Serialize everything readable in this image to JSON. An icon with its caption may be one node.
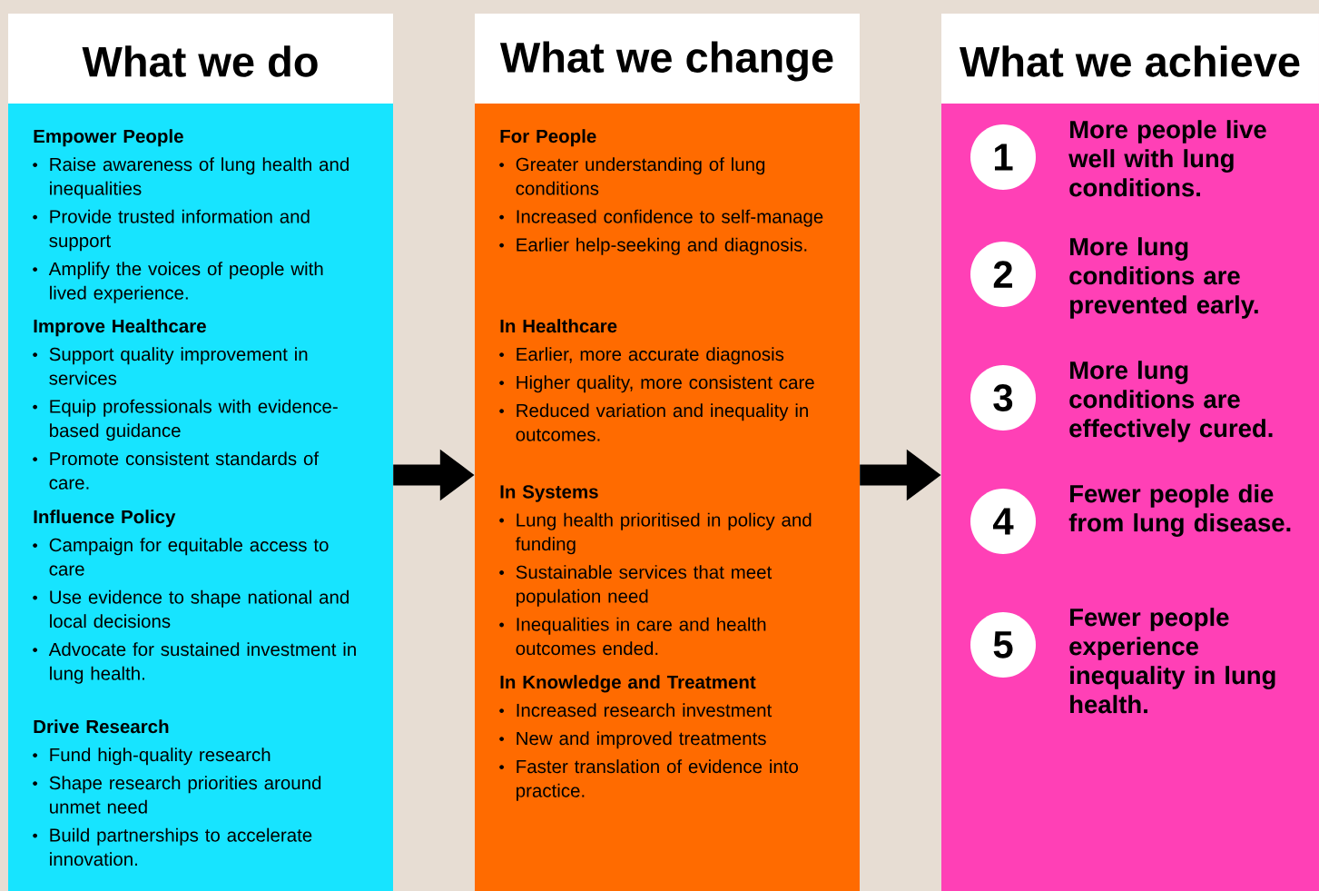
{
  "diagram": {
    "nodes": [
      {
        "text": [
          "What we do"
        ]
      },
      {
        "text": [
          "Empower People",
          "Raise awareness of lung health and inequalities",
          "Provide trusted information and support",
          "Amplify the voices of people with lived experience."
        ],
        "in": 0
      },
      {
        "text": [
          "Improve Healthcare",
          "Support quality improvement in services",
          "Equip professionals with evidence-based guidance",
          "Promote consistent standards of care."
        ],
        "in": 0
      },
      {
        "text": [
          "Influence Policy",
          "Campaign for equitable access to care",
          "Use evidence to shape national and local decisions",
          "Advocate for sustained investment in lung health."
        ],
        "in": 0
      },
      {
        "text": [
          "Drive Research",
          "Fund high-quality research",
          "Shape research priorities around unmet need",
          "Build partnerships to accelerate innovation."
        ],
        "in": 0
      },
      {
        "text": [
          "What we change"
        ]
      },
      {
        "text": [
          "For People",
          "Greater understanding of lung conditions",
          "Increased confidence to self-manage",
          "Earlier help-seeking and diagnosis."
        ],
        "in": 5
      },
      {
        "text": [
          "In Healthcare",
          "Earlier, more accurate diagnosis",
          "Higher quality, more consistent care",
          "Reduced variation and inequality in outcomes."
        ],
        "in": 5
      },
      {
        "text": [
          "In Systems",
          "Lung health prioritised in policy and funding",
          "Sustainable services that meet population need",
          "Inequalities in care and health outcomes ended."
        ],
        "in": 5
      },
      {
        "text": [
          "In Knowledge and Treatment",
          "Increased research investment",
          "New and improved treatments",
          "Faster translation of evidence into practice."
        ],
        "in": 5
      },
      {
        "text": [
          "What we achieve"
        ]
      },
      {
        "text": [
          "1"
        ],
        "beside": [
          "More people live well with lung conditions."
        ],
        "in": 10
      },
      {
        "text": [
          "2"
        ],
        "beside": [
          "More lung conditions are prevented early."
        ],
        "in": 10
      },
      {
        "text": [
          "3"
        ],
        "beside": [
          "More lung conditions are effectively cured."
        ],
        "in": 10
      },
      {
        "text": [
          "4"
        ],
        "beside": [
          "Fewer people die from lung disease."
        ],
        "in": 10
      },
      {
        "text": [
          "5"
        ],
        "beside": [
          "Fewer people experience inequality in lung health."
        ],
        "in": 10
      }
    ],
    "edges": [
      {
        "from": 0,
        "to": 5,
        "arrow": "to"
      },
      {
        "from": 5,
        "to": 10,
        "arrow": "to"
      }
    ]
  }
}
